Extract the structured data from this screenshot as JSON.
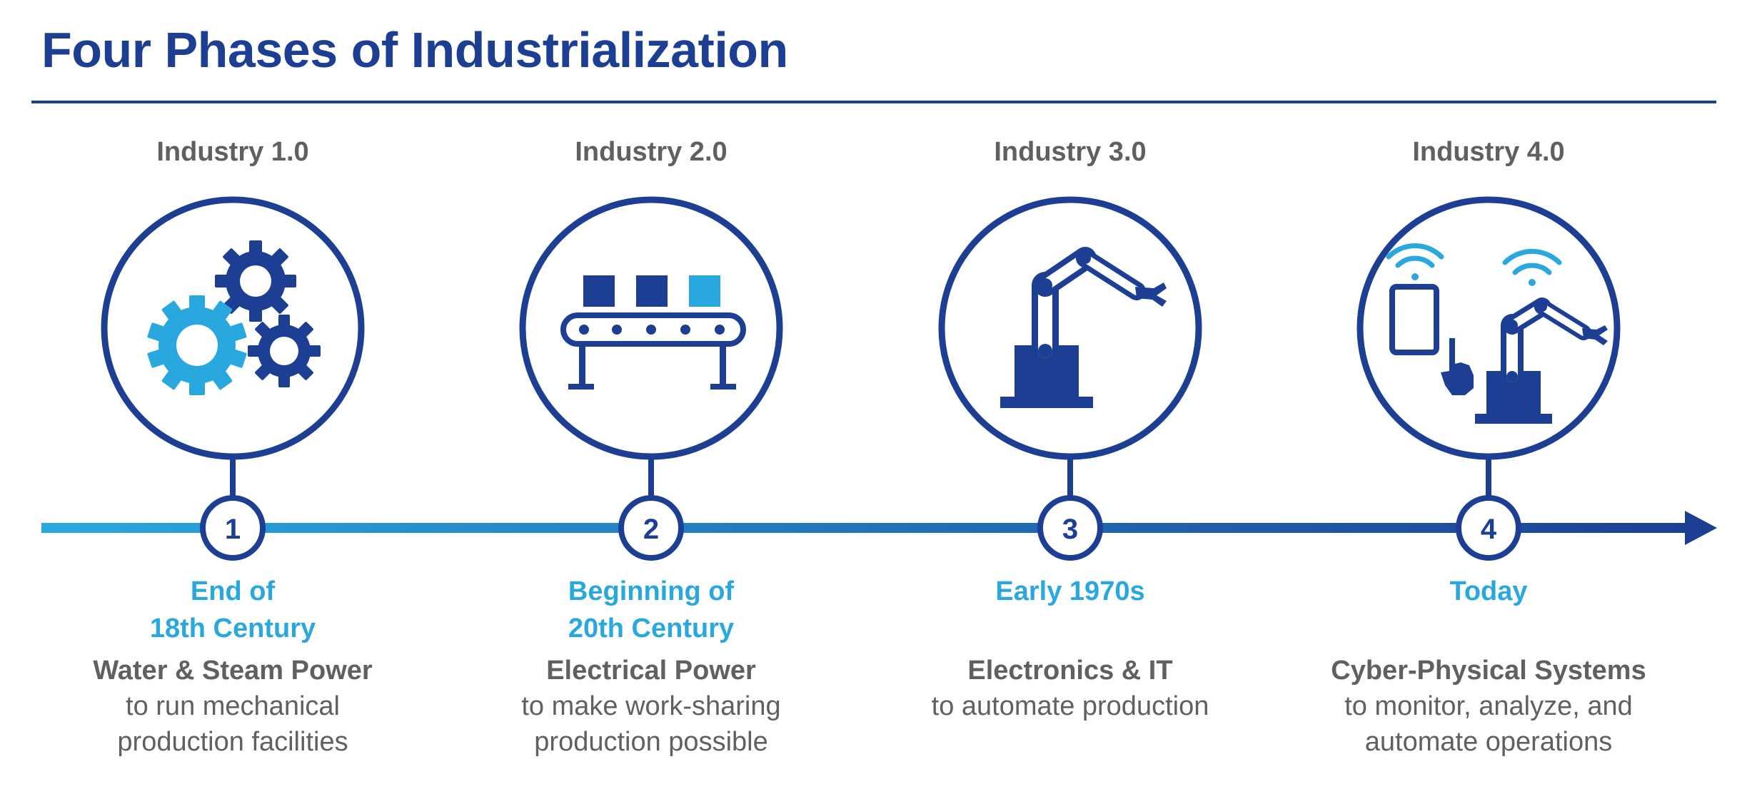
{
  "title": "Four Phases of Industrialization",
  "colors": {
    "navy": "#1c3f94",
    "light_blue": "#29a8e0",
    "gray_text": "#5f6062"
  },
  "phases": [
    {
      "label": "Industry 1.0",
      "number": "1",
      "date_lines": [
        "End of",
        "18th Century"
      ],
      "desc_head": "Water & Steam Power",
      "desc_lines": [
        "to run mechanical",
        "production facilities"
      ],
      "icon": "gears-icon"
    },
    {
      "label": "Industry 2.0",
      "number": "2",
      "date_lines": [
        "Beginning of",
        "20th Century"
      ],
      "desc_head": "Electrical Power",
      "desc_lines": [
        "to make work-sharing",
        "production possible"
      ],
      "icon": "conveyor-belt-icon"
    },
    {
      "label": "Industry 3.0",
      "number": "3",
      "date_lines": [
        "Early 1970s"
      ],
      "desc_head": "Electronics & IT",
      "desc_lines": [
        "to automate production"
      ],
      "icon": "robot-arm-icon"
    },
    {
      "label": "Industry 4.0",
      "number": "4",
      "date_lines": [
        "Today"
      ],
      "desc_head": "Cyber-Physical Systems",
      "desc_lines": [
        "to monitor, analyze, and",
        "automate operations"
      ],
      "icon": "connected-robot-icon"
    }
  ]
}
